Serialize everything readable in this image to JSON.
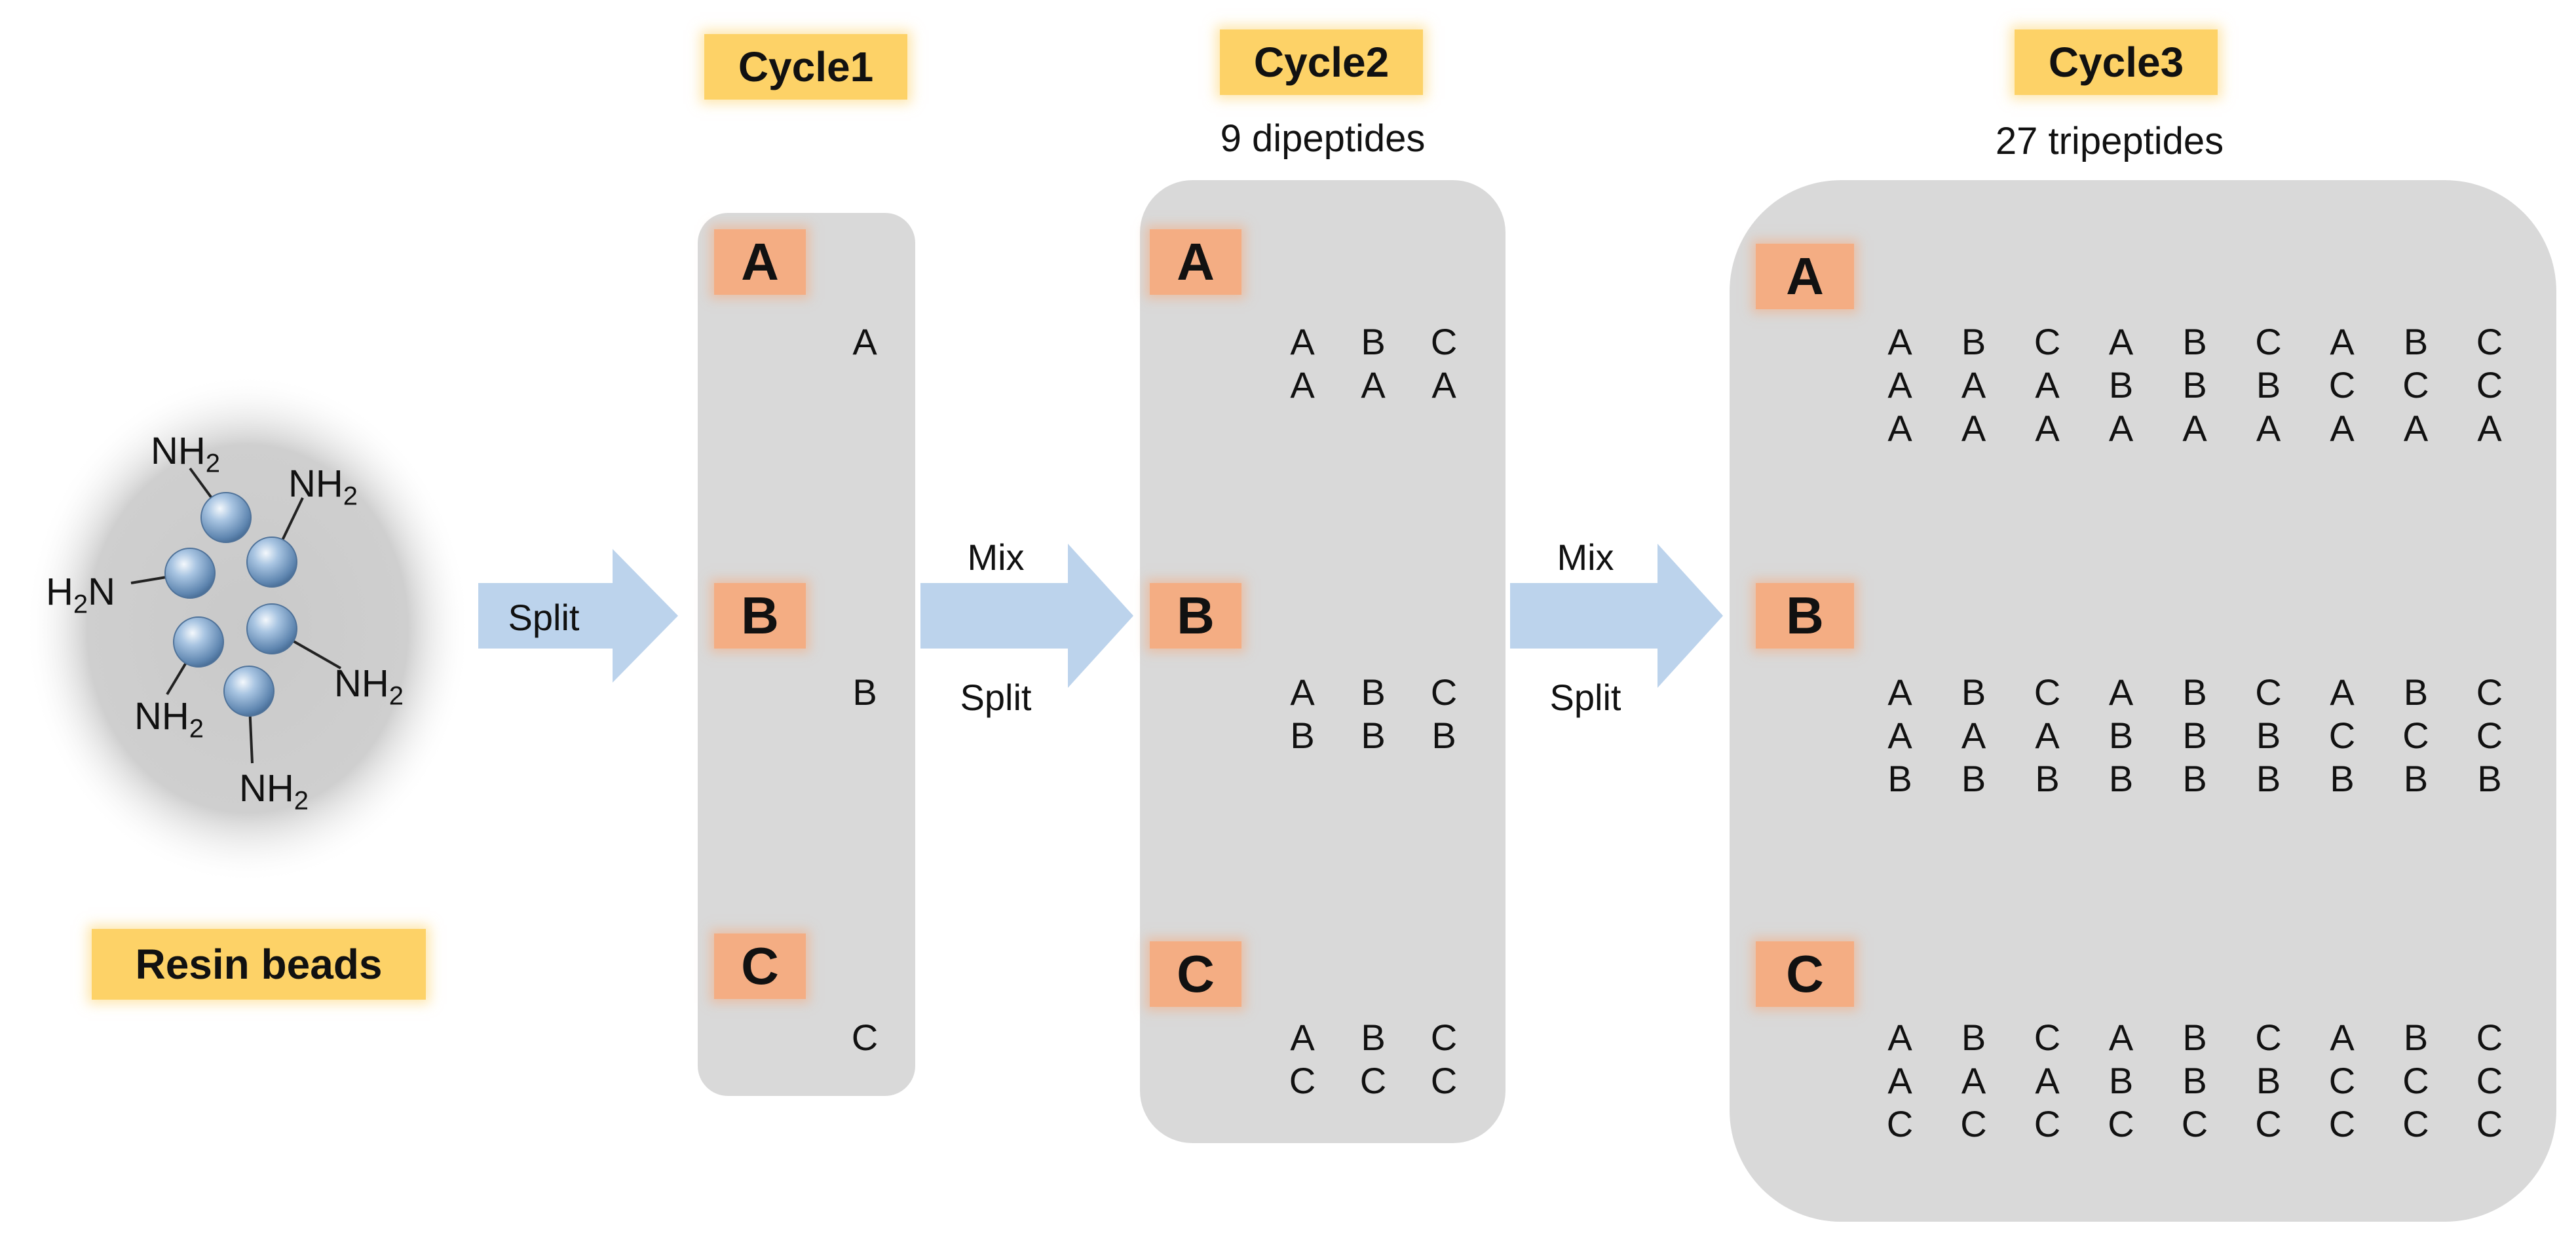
{
  "resin": {
    "title": "Resin beads",
    "groups": [
      "NH2",
      "NH2",
      "H2N",
      "NH2",
      "NH2",
      "NH2"
    ]
  },
  "arrows": {
    "first": {
      "label": "Split"
    },
    "second": {
      "top": "Mix",
      "bottom": "Split"
    },
    "third": {
      "top": "Mix",
      "bottom": "Split"
    }
  },
  "cycles": [
    {
      "title": "Cycle1",
      "subtitle": "",
      "rows": [
        {
          "label": "A",
          "columns": [
            [
              "A"
            ]
          ]
        },
        {
          "label": "B",
          "columns": [
            [
              "B"
            ]
          ]
        },
        {
          "label": "C",
          "columns": [
            [
              "C"
            ]
          ]
        }
      ]
    },
    {
      "title": "Cycle2",
      "subtitle": "9 dipeptides",
      "rows": [
        {
          "label": "A",
          "columns": [
            [
              "A",
              "A"
            ],
            [
              "B",
              "A"
            ],
            [
              "C",
              "A"
            ]
          ]
        },
        {
          "label": "B",
          "columns": [
            [
              "A",
              "B"
            ],
            [
              "B",
              "B"
            ],
            [
              "C",
              "B"
            ]
          ]
        },
        {
          "label": "C",
          "columns": [
            [
              "A",
              "C"
            ],
            [
              "B",
              "C"
            ],
            [
              "C",
              "C"
            ]
          ]
        }
      ]
    },
    {
      "title": "Cycle3",
      "subtitle": "27 tripeptides",
      "rows": [
        {
          "label": "A",
          "columns": [
            [
              "A",
              "A",
              "A"
            ],
            [
              "B",
              "A",
              "A"
            ],
            [
              "C",
              "A",
              "A"
            ],
            [
              "A",
              "B",
              "A"
            ],
            [
              "B",
              "B",
              "A"
            ],
            [
              "C",
              "B",
              "A"
            ],
            [
              "A",
              "C",
              "A"
            ],
            [
              "B",
              "C",
              "A"
            ],
            [
              "C",
              "C",
              "A"
            ]
          ]
        },
        {
          "label": "B",
          "columns": [
            [
              "A",
              "A",
              "B"
            ],
            [
              "B",
              "A",
              "B"
            ],
            [
              "C",
              "A",
              "B"
            ],
            [
              "A",
              "B",
              "B"
            ],
            [
              "B",
              "B",
              "B"
            ],
            [
              "C",
              "B",
              "B"
            ],
            [
              "A",
              "C",
              "B"
            ],
            [
              "B",
              "C",
              "B"
            ],
            [
              "C",
              "C",
              "B"
            ]
          ]
        },
        {
          "label": "C",
          "columns": [
            [
              "A",
              "A",
              "C"
            ],
            [
              "B",
              "A",
              "C"
            ],
            [
              "C",
              "A",
              "C"
            ],
            [
              "A",
              "B",
              "C"
            ],
            [
              "B",
              "B",
              "C"
            ],
            [
              "C",
              "B",
              "C"
            ],
            [
              "A",
              "C",
              "C"
            ],
            [
              "B",
              "C",
              "C"
            ],
            [
              "C",
              "C",
              "C"
            ]
          ]
        }
      ]
    }
  ],
  "colors": {
    "panel": "#d9d9d9",
    "cycle_tag": "#fdd267",
    "row_tag": "#f4ad83",
    "arrow": "#bcd3ec",
    "bead": "#8fb1d3"
  }
}
